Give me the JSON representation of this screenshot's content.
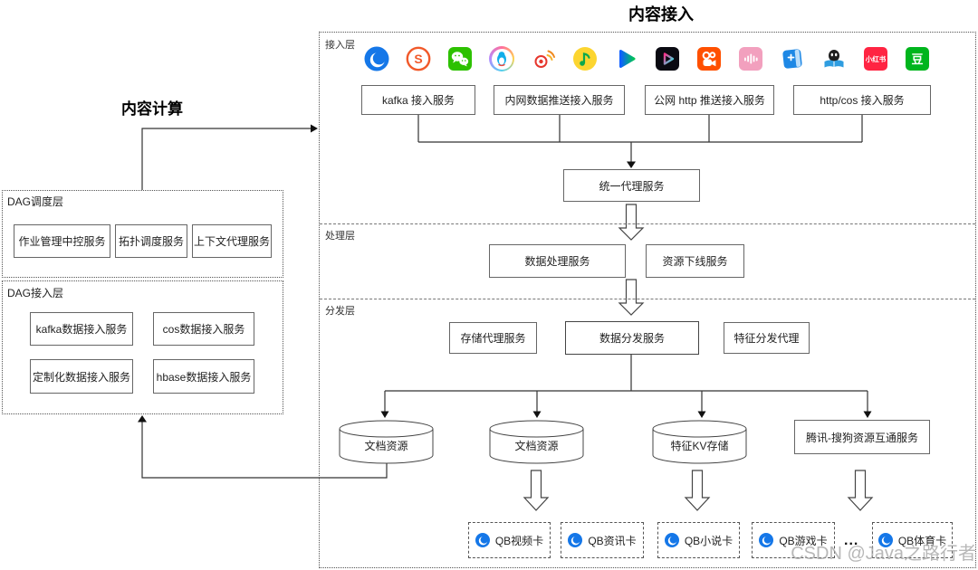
{
  "titles": {
    "content_access": "内容接入",
    "content_compute": "内容计算"
  },
  "left_panel": {
    "dag_schedule": {
      "label": "DAG调度层",
      "boxes": [
        "作业管理中控服务",
        "拓扑调度服务",
        "上下文代理服务"
      ]
    },
    "dag_access": {
      "label": "DAG接入层",
      "boxes": [
        "kafka数据接入服务",
        "cos数据接入服务",
        "定制化数据接入服务",
        "hbase数据接入服务"
      ]
    }
  },
  "right_panel": {
    "layer_labels": [
      "接入层",
      "处理层",
      "分发层"
    ],
    "app_icons": [
      {
        "name": "qq-browser"
      },
      {
        "name": "sogou",
        "glyph": "S"
      },
      {
        "name": "wechat"
      },
      {
        "name": "qq"
      },
      {
        "name": "weibo"
      },
      {
        "name": "qq-music"
      },
      {
        "name": "tencent-video"
      },
      {
        "name": "weishi"
      },
      {
        "name": "kuaishou"
      },
      {
        "name": "pink-music"
      },
      {
        "name": "tencent-news"
      },
      {
        "name": "qq-reading"
      },
      {
        "name": "xiaohongshu",
        "glyph": "小红书"
      },
      {
        "name": "douban",
        "glyph": "豆"
      }
    ],
    "access_boxes": [
      "kafka 接入服务",
      "内网数据推送接入服务",
      "公网 http 推送接入服务",
      "http/cos 接入服务"
    ],
    "proxy_box": "统一代理服务",
    "process_boxes": [
      "数据处理服务",
      "资源下线服务"
    ],
    "distribute_boxes": [
      "存储代理服务",
      "数据分发服务",
      "特征分发代理"
    ],
    "storages": [
      "文档资源",
      "文档资源",
      "特征KV存储"
    ],
    "interop_box": "腾讯-搜狗资源互通服务",
    "cards": [
      "QB视频卡",
      "QB资讯卡",
      "QB小说卡",
      "QB游戏卡",
      "QB体育卡"
    ],
    "ellipsis": "...",
    "colors": {
      "line": "#333",
      "qq_browser_blue": "#1577E8",
      "wechat_green": "#2DC100",
      "kuaishou_orange": "#FF5000",
      "xiaohongshu_red": "#FF2442",
      "douban_green": "#00B51D"
    }
  },
  "watermark": "CSDN @Java之路行者"
}
